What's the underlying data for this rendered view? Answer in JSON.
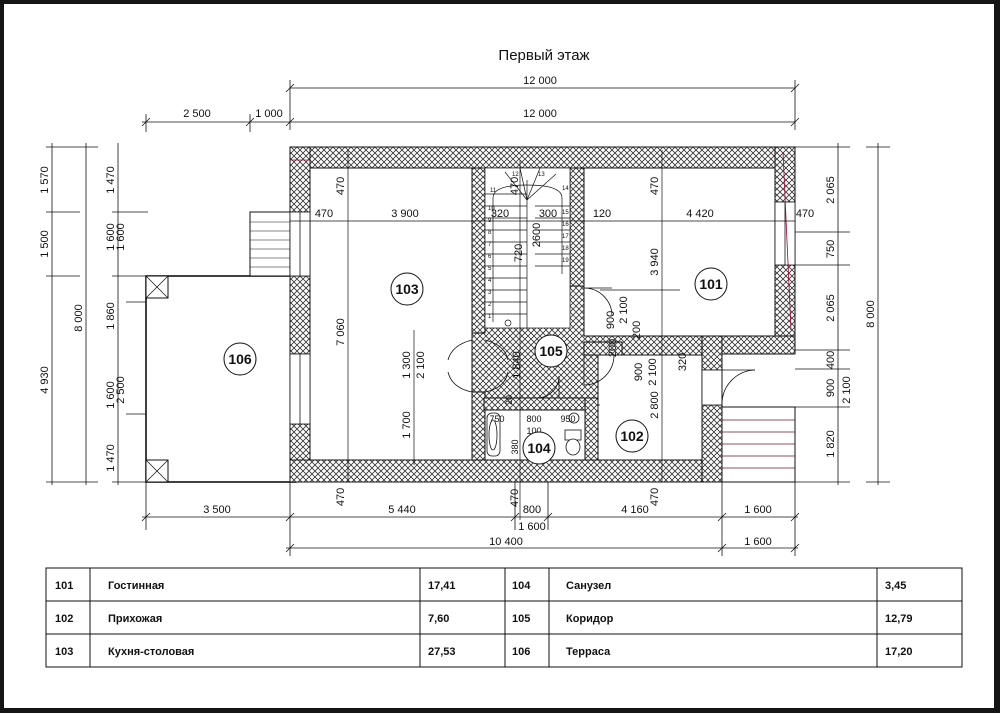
{
  "title": "Первый этаж",
  "rooms": [
    {
      "id": "101",
      "name": "Гостинная",
      "area": "17,41"
    },
    {
      "id": "102",
      "name": "Прихожая",
      "area": "7,60"
    },
    {
      "id": "103",
      "name": "Кухня-столовая",
      "area": "27,53"
    },
    {
      "id": "104",
      "name": "Санузел",
      "area": "3,45"
    },
    {
      "id": "105",
      "name": "Коридор",
      "area": "12,79"
    },
    {
      "id": "106",
      "name": "Терраса",
      "area": "17,20"
    }
  ],
  "dims": {
    "top_total": "12 000",
    "top_left1": "2 500",
    "top_left2": "1 000",
    "top_mid": "12 000",
    "bot_a": "3 500",
    "bot_b": "5 440",
    "bot_c": "800",
    "bot_d": "4 160",
    "bot_e": "1 600",
    "bot_sub": "1 600",
    "bot_total": "10 400",
    "bot_total_e": "1 600",
    "left_o1": "1 570",
    "left_o2": "1 500",
    "left_o3": "4 930",
    "left_a1": "1 470",
    "left_a2": "1 600",
    "left_a3": "1 860",
    "left_a4": "1 600",
    "left_a5": "1 470",
    "left_b1": "1 600",
    "left_b2": "2 500",
    "left_total": "8 000",
    "right_a1": "2 065",
    "right_a2": "750",
    "right_a3": "2 065",
    "right_a4": "400",
    "right_a5": "900",
    "right_a6": "1 820",
    "right_b1": "2 100",
    "right_total": "8 000",
    "w470": "470",
    "w320": "320",
    "w300": "300",
    "w120": "120",
    "k3900": "3 900",
    "k4420": "4 420",
    "k7060": "7 060",
    "k3940": "3 940",
    "k2600": "2600",
    "k720": "720",
    "k1300": "1 300",
    "k2100": "2 100",
    "k1700": "1 700",
    "k1840": "1 840",
    "k750": "750",
    "k800": "800",
    "k950": "950",
    "k100": "100",
    "k380": "380",
    "k2800": "2 800",
    "k900": "900",
    "k200": "200",
    "k320b": "320",
    "k20": "20",
    "stair": [
      "1",
      "2",
      "3",
      "4",
      "5",
      "6",
      "7",
      "8",
      "9",
      "10",
      "11",
      "12",
      "13",
      "14",
      "15",
      "16",
      "17",
      "18",
      "19"
    ]
  }
}
